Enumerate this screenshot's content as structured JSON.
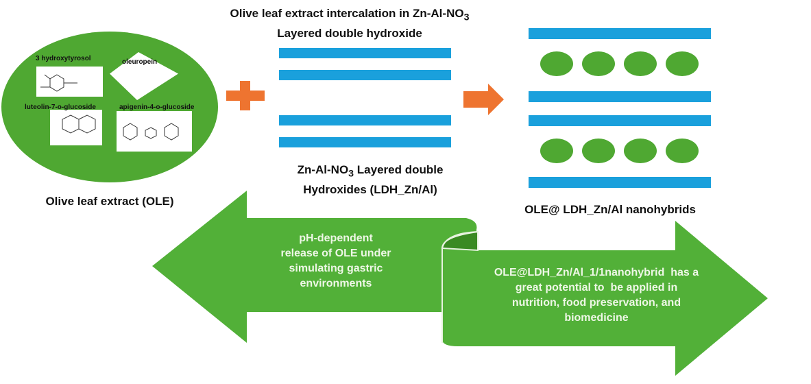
{
  "title": {
    "line1": "Olive leaf extract intercalation in Zn-Al-NO",
    "line1_sub": "3",
    "line2": "Layered double hydroxide"
  },
  "ole": {
    "caption": "Olive leaf extract (OLE)",
    "compounds": [
      {
        "name": "3 hydroxytyrosol"
      },
      {
        "name": "oleuropein"
      },
      {
        "name": "luteolin-7-o-glucoside"
      },
      {
        "name": "apigenin-4-o-glucoside"
      }
    ]
  },
  "operators": {
    "plus": "plus-icon",
    "arrow": "right-arrow-icon"
  },
  "ldh": {
    "caption_part1": "Zn-Al-NO",
    "caption_sub": "3",
    "caption_part2": " Layered double",
    "caption_line2": "Hydroxides (LDH_Zn/Al)"
  },
  "hybrid": {
    "caption": "OLE@ LDH_Zn/Al nanohybrids"
  },
  "arrows": {
    "left_text": [
      "pH-dependent",
      "release of OLE under",
      "simulating gastric",
      "environments"
    ],
    "right_text": [
      "OLE@LDH_Zn/Al_1/1nanohybrid  has a",
      "great potential to  be applied in",
      "nutrition, food preservation, and",
      "biomedicine"
    ]
  },
  "colors": {
    "green": "#4fa832",
    "dark_green": "#3a8a22",
    "blue": "#1aa0dc",
    "orange": "#ee7430"
  }
}
